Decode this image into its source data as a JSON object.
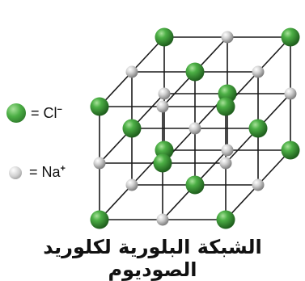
{
  "legend": {
    "chloride": {
      "text": "= Cl",
      "sup": "−",
      "color": "#3f9e3a"
    },
    "sodium": {
      "text": "= Na",
      "sup": "+",
      "color": "#d4d4d4"
    }
  },
  "caption": "الشبكة البلورية لكلوريد الصوديوم",
  "colors": {
    "bond": "#1a1a1a",
    "chloride_ball": "#3f9e3a",
    "chloride_highlight": "#9fe08f",
    "chloride_shade": "#1e5c1c",
    "sodium_ball": "#c8c8c8",
    "sodium_highlight": "#ffffff",
    "sodium_shade": "#7a7a7a"
  }
}
